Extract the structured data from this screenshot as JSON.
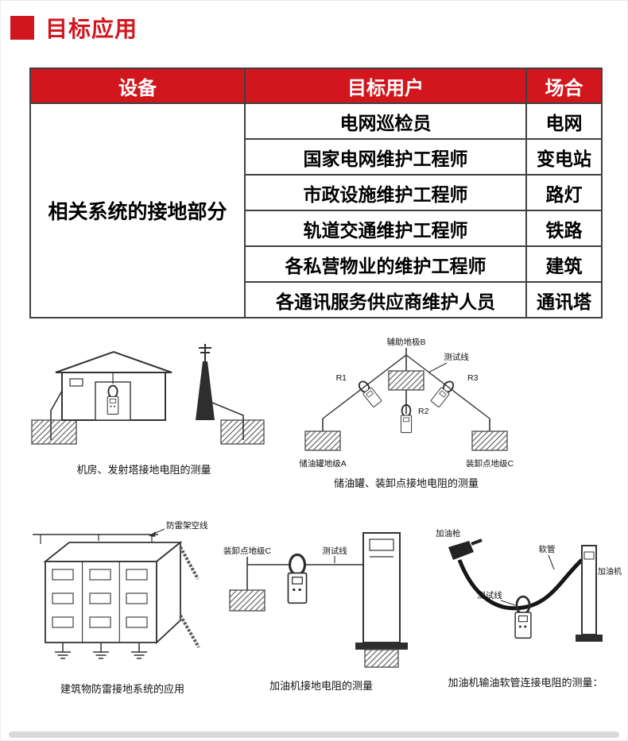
{
  "colors": {
    "accent_red": "#d2161e"
  },
  "page": {
    "title": "目标应用"
  },
  "table": {
    "headers": {
      "device": "设备",
      "user": "目标用户",
      "occasion": "场合"
    },
    "device": "相关系统的接地部分",
    "rows": [
      {
        "user": "电网巡检员",
        "occasion": "电网"
      },
      {
        "user": "国家电网维护工程师",
        "occasion": "变电站"
      },
      {
        "user": "市政设施维护工程师",
        "occasion": "路灯"
      },
      {
        "user": "轨道交通维护工程师",
        "occasion": "铁路"
      },
      {
        "user": "各私营物业的维护工程师",
        "occasion": "建筑"
      },
      {
        "user": "各通讯服务供应商维护人员",
        "occasion": "通讯塔"
      }
    ]
  },
  "diagrams": {
    "room_tower": {
      "caption": "机房、发射塔接地电阻的测量"
    },
    "tank": {
      "caption": "储油罐、装卸点接地电阻的测量",
      "aux_electrode": "辅助地极B",
      "test_line": "测试线",
      "r1": "R1",
      "r2": "R2",
      "r3": "R3",
      "tank_electrode": "储油罐地级A",
      "unload_electrode": "装卸点地级C"
    },
    "building": {
      "caption": "建筑物防雷接地系统的应用",
      "overhead_line": "防雷架空线"
    },
    "dispenser": {
      "caption": "加油机接地电阻的测量",
      "unload_electrode": "装卸点地级C",
      "test_line": "测试线"
    },
    "hose": {
      "caption": "加油机输油软管连接电阻的测量：",
      "gun": "加油枪",
      "hose": "软管",
      "dispenser": "加油机",
      "test_line": "测试线"
    }
  }
}
